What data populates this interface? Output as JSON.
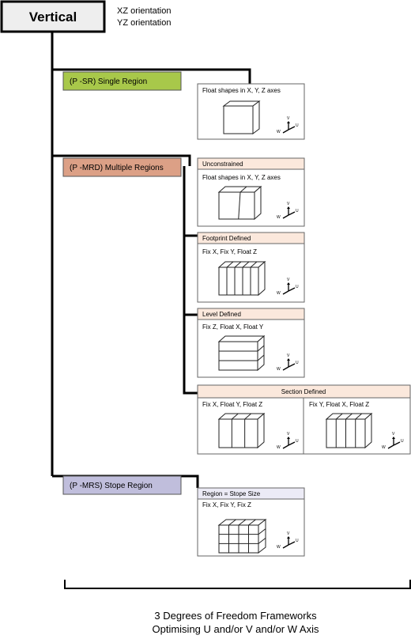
{
  "root": {
    "title": "Vertical",
    "orientations": [
      "XZ orientation",
      "YZ orientation"
    ]
  },
  "categories": {
    "single": {
      "label": "(P -SR) Single Region",
      "color": "#a8c84a"
    },
    "multiple": {
      "label": "(P -MRD) Multiple Regions",
      "color": "#dca086"
    },
    "stope": {
      "label": "(P -MRS) Stope Region",
      "color": "#c0bedc"
    }
  },
  "panels": {
    "single_region": {
      "title": "",
      "desc": "Float shapes in X, Y, Z axes"
    },
    "unconstrained": {
      "title": "Unconstrained",
      "desc": "Float shapes in X, Y, Z axes"
    },
    "footprint": {
      "title": "Footprint Defined",
      "desc": "Fix X, Fix Y, Float Z"
    },
    "level": {
      "title": "Level Defined",
      "desc": "Fix Z, Float X, Float Y"
    },
    "section": {
      "title": "Section Defined",
      "desc_left": "Fix X, Float Y, Float Z",
      "desc_right": "Fix Y, Float X, Float Z"
    },
    "stope": {
      "title": "Region = Stope Size",
      "desc": "Fix X, Fix Y, Fix Z"
    }
  },
  "panel_colors": {
    "multiple_header": "#fbe8dc",
    "stope_header": "#ecebf6"
  },
  "axes_labels": {
    "v": "V",
    "u": "U",
    "w": "W"
  },
  "footer": {
    "line1": "3 Degrees of Freedom Frameworks",
    "line2": "Optimising U and/or V and/or W Axis"
  }
}
